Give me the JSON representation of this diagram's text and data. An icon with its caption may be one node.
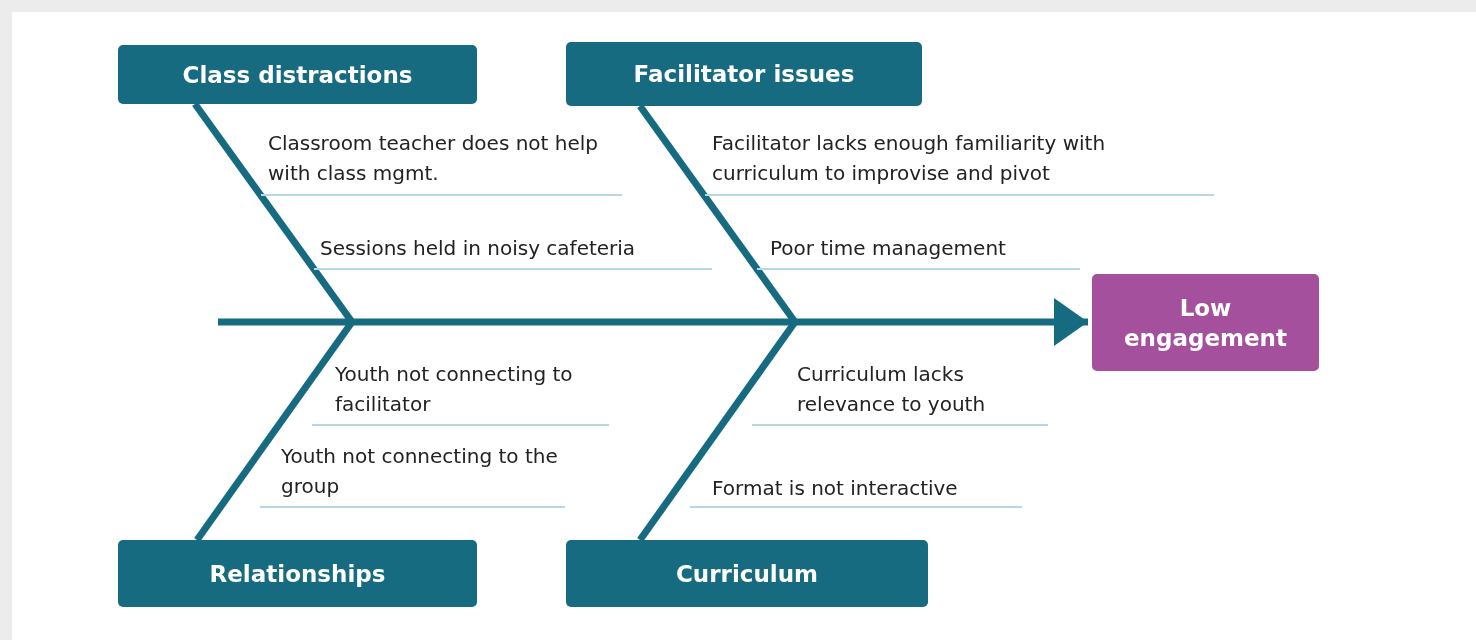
{
  "diagram": {
    "nodes": [
      {
        "text": [
          "Class distractions"
        ]
      },
      {
        "text": [
          "Facilitator issues"
        ]
      },
      {
        "text": [
          "Classroom teacher does not help with class mgmt."
        ]
      },
      {
        "text": [
          "Facilitator lacks enough familiarity with curriculum to improvise and pivot"
        ]
      },
      {
        "text": [
          "Sessions held in noisy cafeteria"
        ]
      },
      {
        "text": [
          "Poor time management"
        ]
      },
      {
        "text": [
          "Low engagement"
        ]
      },
      {
        "text": [
          "Youth not connecting to facilitator"
        ]
      },
      {
        "text": [
          "Curriculum lacks relevance to youth"
        ]
      },
      {
        "text": [
          "Youth not connecting to the group"
        ]
      },
      {
        "text": [
          "Format is not interactive"
        ]
      },
      {
        "text": [
          "Relationships"
        ]
      },
      {
        "text": [
          "Curriculum"
        ]
      }
    ],
    "edges": [
      {
        "from": 0,
        "to": null,
        "arrow": "none"
      },
      {
        "from": 1,
        "to": null,
        "arrow": "none"
      },
      {
        "from": 11,
        "to": null,
        "arrow": "none"
      },
      {
        "from": 12,
        "to": null,
        "arrow": "none"
      },
      {
        "from": null,
        "to": 6,
        "arrow": "to"
      }
    ]
  }
}
